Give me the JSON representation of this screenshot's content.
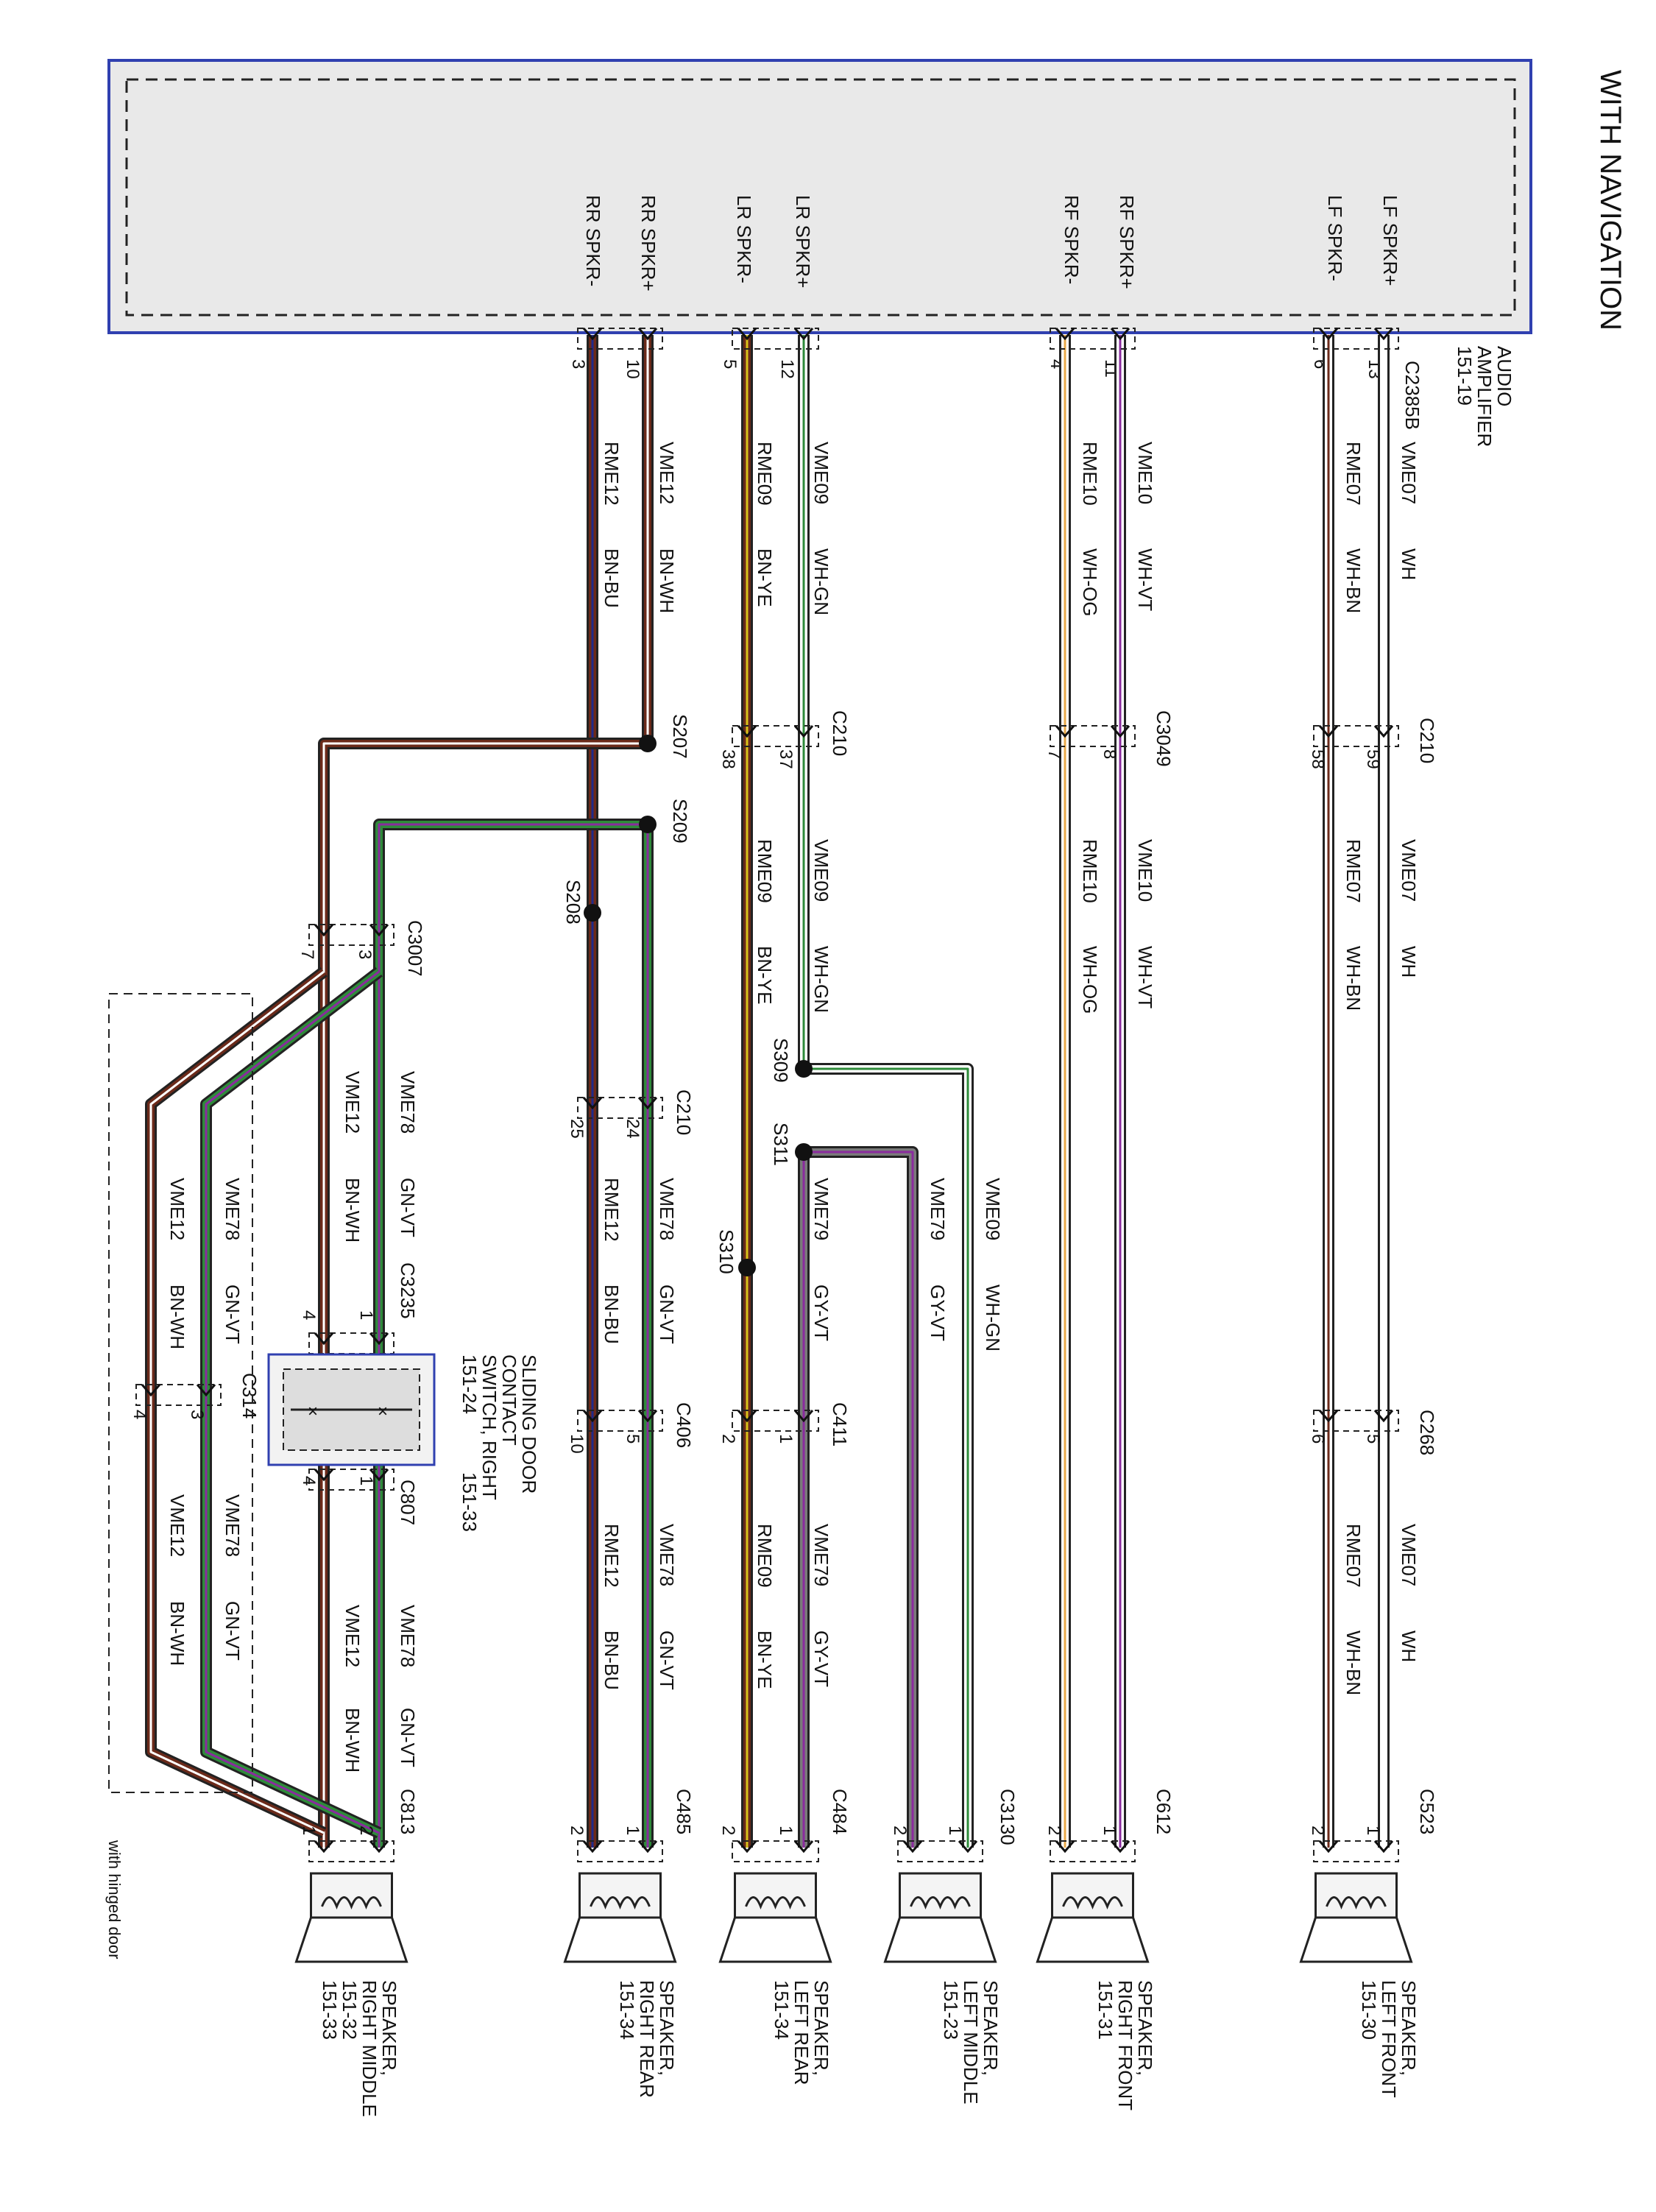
{
  "title": "WITH NAVIGATION",
  "amplifier": {
    "name": [
      "AUDIO",
      "AMPLIFIER",
      "151-19"
    ],
    "connector": "C2385B",
    "terminals": [
      "LF SPKR+",
      "LF SPKR-",
      "RF SPKR+",
      "RF SPKR-",
      "LR SPKR+",
      "LR SPKR-",
      "RR SPKR+",
      "RR SPKR-"
    ],
    "pins": [
      "13",
      "6",
      "11",
      "4",
      "12",
      "5",
      "10",
      "3"
    ]
  },
  "left_front": {
    "circuits": [
      "VME07",
      "RME07"
    ],
    "colors": [
      "WH",
      "WH-BN"
    ],
    "c210": {
      "label": "C210",
      "pins": [
        "59",
        "58"
      ]
    },
    "c268": {
      "label": "C268",
      "pins": [
        "5",
        "6"
      ]
    },
    "c523": {
      "label": "C523",
      "pins": [
        "1",
        "2"
      ]
    },
    "speaker": [
      "SPEAKER,",
      "LEFT FRONT",
      "151-30"
    ]
  },
  "right_front": {
    "circuits": [
      "VME10",
      "RME10"
    ],
    "colors": [
      "WH-VT",
      "WH-OG"
    ],
    "c3049": {
      "label": "C3049",
      "pins": [
        "8",
        "7"
      ]
    },
    "c612": {
      "label": "C612",
      "pins": [
        "1",
        "2"
      ]
    },
    "speaker": [
      "SPEAKER,",
      "RIGHT FRONT",
      "151-31"
    ]
  },
  "left_middle": {
    "circuits": [
      "VME09",
      "VME79"
    ],
    "colors": [
      "WH-GN",
      "GY-VT"
    ],
    "c3130": {
      "label": "C3130",
      "pins": [
        "1",
        "2"
      ]
    },
    "speaker": [
      "SPEAKER,",
      "LEFT MIDDLE",
      "151-23"
    ]
  },
  "left_rear": {
    "circuits": [
      "VME09",
      "RME09",
      "VME79"
    ],
    "colors": [
      "WH-GN",
      "BN-YE",
      "GY-VT"
    ],
    "c210": {
      "label": "C210",
      "pins": [
        "37",
        "38"
      ]
    },
    "c411": {
      "label": "C411",
      "pins": [
        "1",
        "2"
      ]
    },
    "c484": {
      "label": "C484",
      "pins": [
        "1",
        "2"
      ]
    },
    "splices": [
      "S309",
      "S310",
      "S311"
    ],
    "speaker": [
      "SPEAKER,",
      "LEFT REAR",
      "151-34"
    ]
  },
  "right_rear": {
    "circuits": [
      "VME12",
      "RME12",
      "VME78"
    ],
    "colors": [
      "BN-WH",
      "BN-BU",
      "GN-VT"
    ],
    "c210": {
      "label": "C210",
      "pins": [
        "24",
        "25"
      ]
    },
    "c406": {
      "label": "C406",
      "pins": [
        "5",
        "10"
      ]
    },
    "c485": {
      "label": "C485",
      "pins": [
        "1",
        "2"
      ]
    },
    "splices": [
      "S207",
      "S208",
      "S209"
    ],
    "speaker": [
      "SPEAKER,",
      "RIGHT REAR",
      "151-34"
    ]
  },
  "right_middle": {
    "circuits": [
      "VME78",
      "VME12"
    ],
    "colors": [
      "GN-VT",
      "BN-WH"
    ],
    "c3007": {
      "label": "C3007",
      "pins": [
        "3",
        "7"
      ]
    },
    "c3235": {
      "label": "C3235",
      "pins": [
        "1",
        "4"
      ]
    },
    "c807": {
      "label": "C807",
      "pins": [
        "1",
        "4"
      ]
    },
    "c314": {
      "label": "C314",
      "pins": [
        "3",
        "4"
      ]
    },
    "c813": {
      "label": "C813",
      "pins": [
        "2",
        "1"
      ]
    },
    "switch": [
      "SLIDING DOOR",
      "CONTACT",
      "SWITCH, RIGHT",
      "151-24",
      "151-33"
    ],
    "hinged_note": "with hinged door",
    "speaker": [
      "SPEAKER,",
      "RIGHT MIDDLE",
      "151-32",
      "151-33"
    ]
  },
  "wire_colors": {
    "WH": "#ffffff",
    "BN": "#6b2a1a",
    "VT": "#8a2b9e",
    "OG": "#e8a94a",
    "GN": "#2e8b3a",
    "BU": "#1f2a8a",
    "YE": "#d9c31a",
    "GY": "#7a7a7a",
    "outline": "#222222",
    "frame": "#3040b0"
  }
}
